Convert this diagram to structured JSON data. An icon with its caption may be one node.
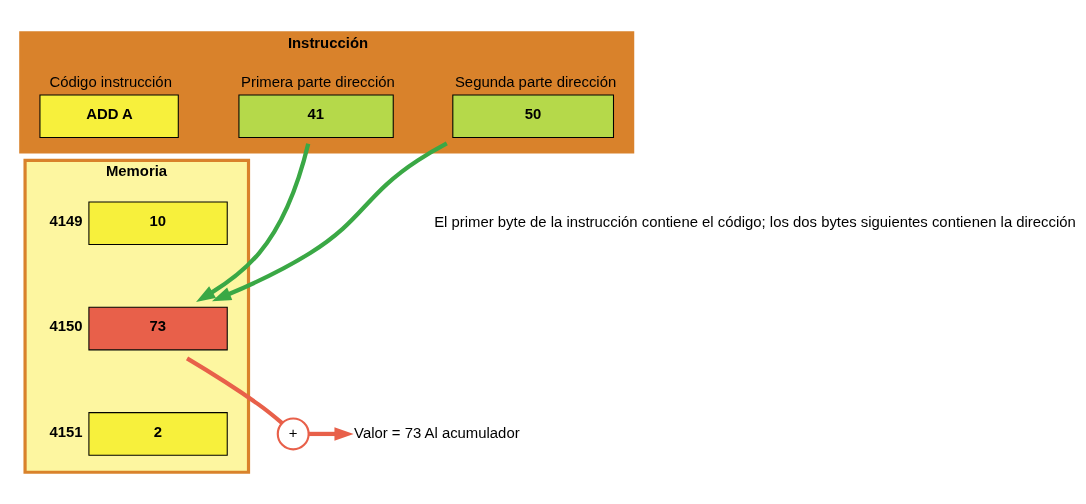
{
  "diagram": {
    "nodes": [
      {
        "text": [
          "Memoria"
        ]
      },
      {
        "text": [
          "10"
        ],
        "in": 0,
        "beside": [
          "4149"
        ]
      },
      {
        "text": [
          "73"
        ],
        "in": 0,
        "beside": [
          "4150"
        ]
      },
      {
        "text": [
          "2"
        ],
        "in": 0,
        "beside": [
          "4151"
        ]
      },
      {
        "text": [
          "Instrucción"
        ]
      },
      {
        "text": [
          "ADD A"
        ],
        "in": 4,
        "beside": [
          "Código instrucción"
        ]
      },
      {
        "text": [
          "41"
        ],
        "in": 4,
        "beside": [
          "Primera parte dirección"
        ]
      },
      {
        "text": [
          "50"
        ],
        "in": 4,
        "beside": [
          "Segunda parte dirección"
        ]
      },
      {
        "text": [
          "+"
        ]
      },
      {
        "text": [
          "Valor = 73 Al acumulador"
        ]
      }
    ],
    "edges": [
      {
        "from": 6,
        "to": 2,
        "arrow": "to",
        "color": "#3aa845"
      },
      {
        "from": 7,
        "to": 2,
        "arrow": "to",
        "color": "#3aa845"
      },
      {
        "from": 2,
        "to": 8,
        "arrow": "none",
        "color": "#e8604a"
      },
      {
        "from": 8,
        "to": 9,
        "arrow": "to",
        "color": "#e8604a"
      }
    ],
    "labels": [
      "El primer byte de la instrucción contiene el código; los dos bytes siguientes contienen la dirección"
    ]
  }
}
